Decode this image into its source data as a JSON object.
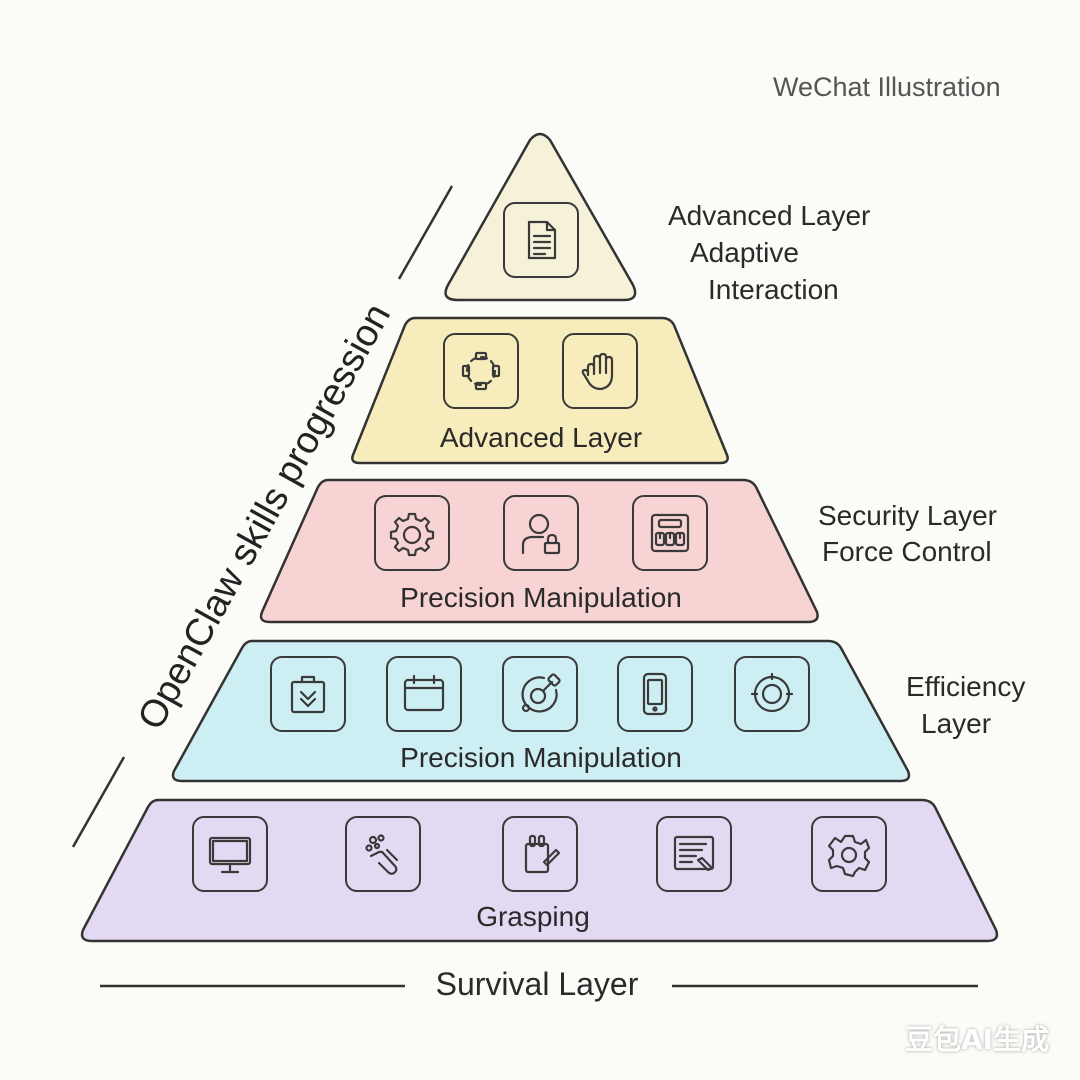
{
  "header": {
    "text": "WeChat Illustration"
  },
  "side_title": "OpenClaw skills progression",
  "tiers": [
    {
      "id": "tier-1",
      "label": "",
      "color": "#f6f2d9",
      "right_label": [
        "Advanced Layer",
        "Adaptive",
        "Interaction"
      ],
      "icons": [
        "document-icon"
      ]
    },
    {
      "id": "tier-2",
      "label": "Advanced Layer",
      "color": "#f7edbc",
      "right_label": [],
      "icons": [
        "frame-select-icon",
        "hand-icon"
      ]
    },
    {
      "id": "tier-3",
      "label": "Precision Manipulation",
      "color": "#f8d3d3",
      "right_label": [
        "Security Layer",
        "Force Control"
      ],
      "icons": [
        "gear-icon",
        "user-lock-icon",
        "control-panel-icon"
      ]
    },
    {
      "id": "tier-4",
      "label": "Precision Manipulation",
      "color": "#cdeef2",
      "right_label": [
        "Efficiency",
        "Layer"
      ],
      "icons": [
        "inbox-download-icon",
        "calendar-icon",
        "wrench-gauge-icon",
        "mobile-phone-icon",
        "target-icon"
      ]
    },
    {
      "id": "tier-5",
      "label": "Grasping",
      "color": "#e3d9f2",
      "right_label": [],
      "icons": [
        "monitor-icon",
        "hand-pick-icon",
        "tool-edit-icon",
        "document-edit-icon",
        "gear-circle-icon"
      ]
    }
  ],
  "base_label": "Survival Layer",
  "watermark": "豆包AI生成"
}
